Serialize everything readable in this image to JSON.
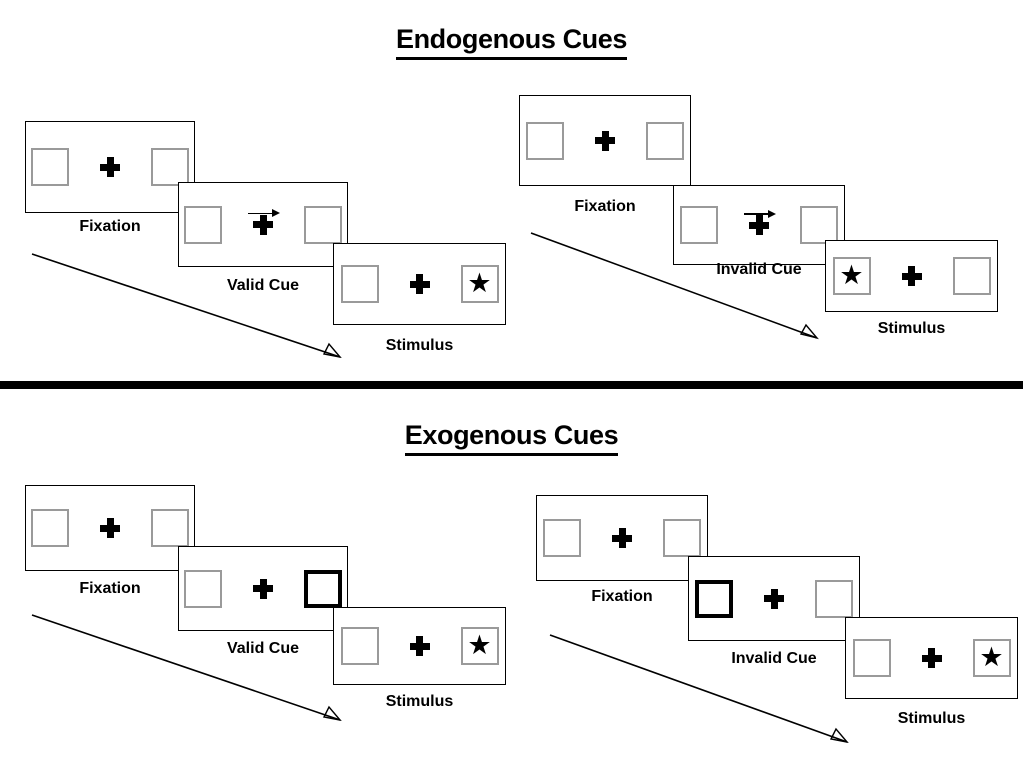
{
  "figure": {
    "type": "diagram",
    "description": "Spatial cueing paradigm: endogenous vs exogenous cues, valid vs invalid trial sequences",
    "sections": [
      {
        "id": "endogenous",
        "title": "Endogenous Cues",
        "sequences": [
          {
            "id": "endogenous-valid",
            "panels": [
              {
                "label": "Fixation",
                "left_box": "plain",
                "right_box": "plain",
                "left_content": "",
                "right_content": "",
                "arrow_cue": false
              },
              {
                "label": "Valid Cue",
                "left_box": "plain",
                "right_box": "plain",
                "left_content": "",
                "right_content": "",
                "arrow_cue": true,
                "arrow_direction": "right"
              },
              {
                "label": "Stimulus",
                "left_box": "plain",
                "right_box": "plain",
                "left_content": "",
                "right_content": "star",
                "arrow_cue": false
              }
            ]
          },
          {
            "id": "endogenous-invalid",
            "panels": [
              {
                "label": "Fixation",
                "left_box": "plain",
                "right_box": "plain",
                "left_content": "",
                "right_content": "",
                "arrow_cue": false
              },
              {
                "label": "Invalid Cue",
                "left_box": "plain",
                "right_box": "plain",
                "left_content": "",
                "right_content": "",
                "arrow_cue": true,
                "arrow_direction": "right"
              },
              {
                "label": "Stimulus",
                "left_box": "plain",
                "right_box": "plain",
                "left_content": "star",
                "right_content": "",
                "arrow_cue": false
              }
            ]
          }
        ]
      },
      {
        "id": "exogenous",
        "title": "Exogenous Cues",
        "sequences": [
          {
            "id": "exogenous-valid",
            "panels": [
              {
                "label": "Fixation",
                "left_box": "plain",
                "right_box": "plain",
                "left_content": "",
                "right_content": "",
                "arrow_cue": false
              },
              {
                "label": "Valid Cue",
                "left_box": "plain",
                "right_box": "highlight",
                "left_content": "",
                "right_content": "",
                "arrow_cue": false
              },
              {
                "label": "Stimulus",
                "left_box": "plain",
                "right_box": "plain",
                "left_content": "",
                "right_content": "star",
                "arrow_cue": false
              }
            ]
          },
          {
            "id": "exogenous-invalid",
            "panels": [
              {
                "label": "Fixation",
                "left_box": "plain",
                "right_box": "plain",
                "left_content": "",
                "right_content": "",
                "arrow_cue": false
              },
              {
                "label": "Invalid Cue",
                "left_box": "highlight",
                "right_box": "plain",
                "left_content": "",
                "right_content": "",
                "arrow_cue": false
              },
              {
                "label": "Stimulus",
                "left_box": "plain",
                "right_box": "plain",
                "left_content": "",
                "right_content": "star",
                "arrow_cue": false
              }
            ]
          }
        ]
      }
    ],
    "glyphs": {
      "fixation_cross": "+",
      "target_star": "★",
      "cue_arrow": "→"
    },
    "colors": {
      "frame_border": "#000000",
      "box_border_plain": "#9a9a9a",
      "box_border_highlight": "#000000",
      "text": "#000000",
      "background": "#ffffff",
      "divider": "#000000"
    }
  }
}
